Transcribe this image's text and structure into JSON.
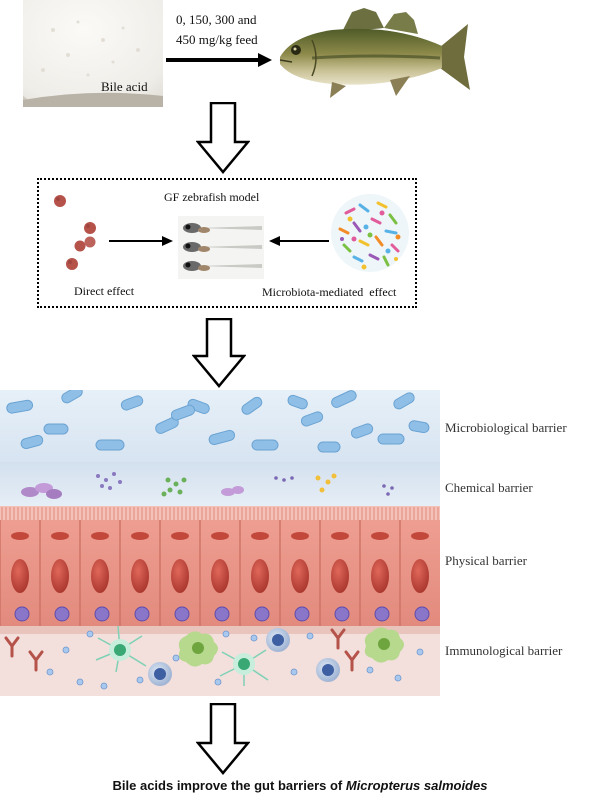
{
  "top": {
    "powder_label": "Bile acid",
    "dose_line1": "0, 150, 300 and",
    "dose_line2": "450 mg/kg feed"
  },
  "model_box": {
    "title": "GF zebrafish model",
    "left_label": "Direct effect",
    "right_label": "Microbiota-mediated  effect"
  },
  "barriers": {
    "microbiological": "Microbiological barrier",
    "chemical": "Chemical barrier",
    "physical": "Physical barrier",
    "immunological": "Immunological barrier"
  },
  "caption": {
    "prefix": "Bile acids improve the gut barriers of ",
    "species": "Micropterus salmoides"
  },
  "colors": {
    "bacteria": "#8fbfe6",
    "epithelium": "#e79b8e",
    "nucleus": "#c3483c",
    "lower_band": "#f1dedb",
    "barrier_label": "#333333"
  }
}
